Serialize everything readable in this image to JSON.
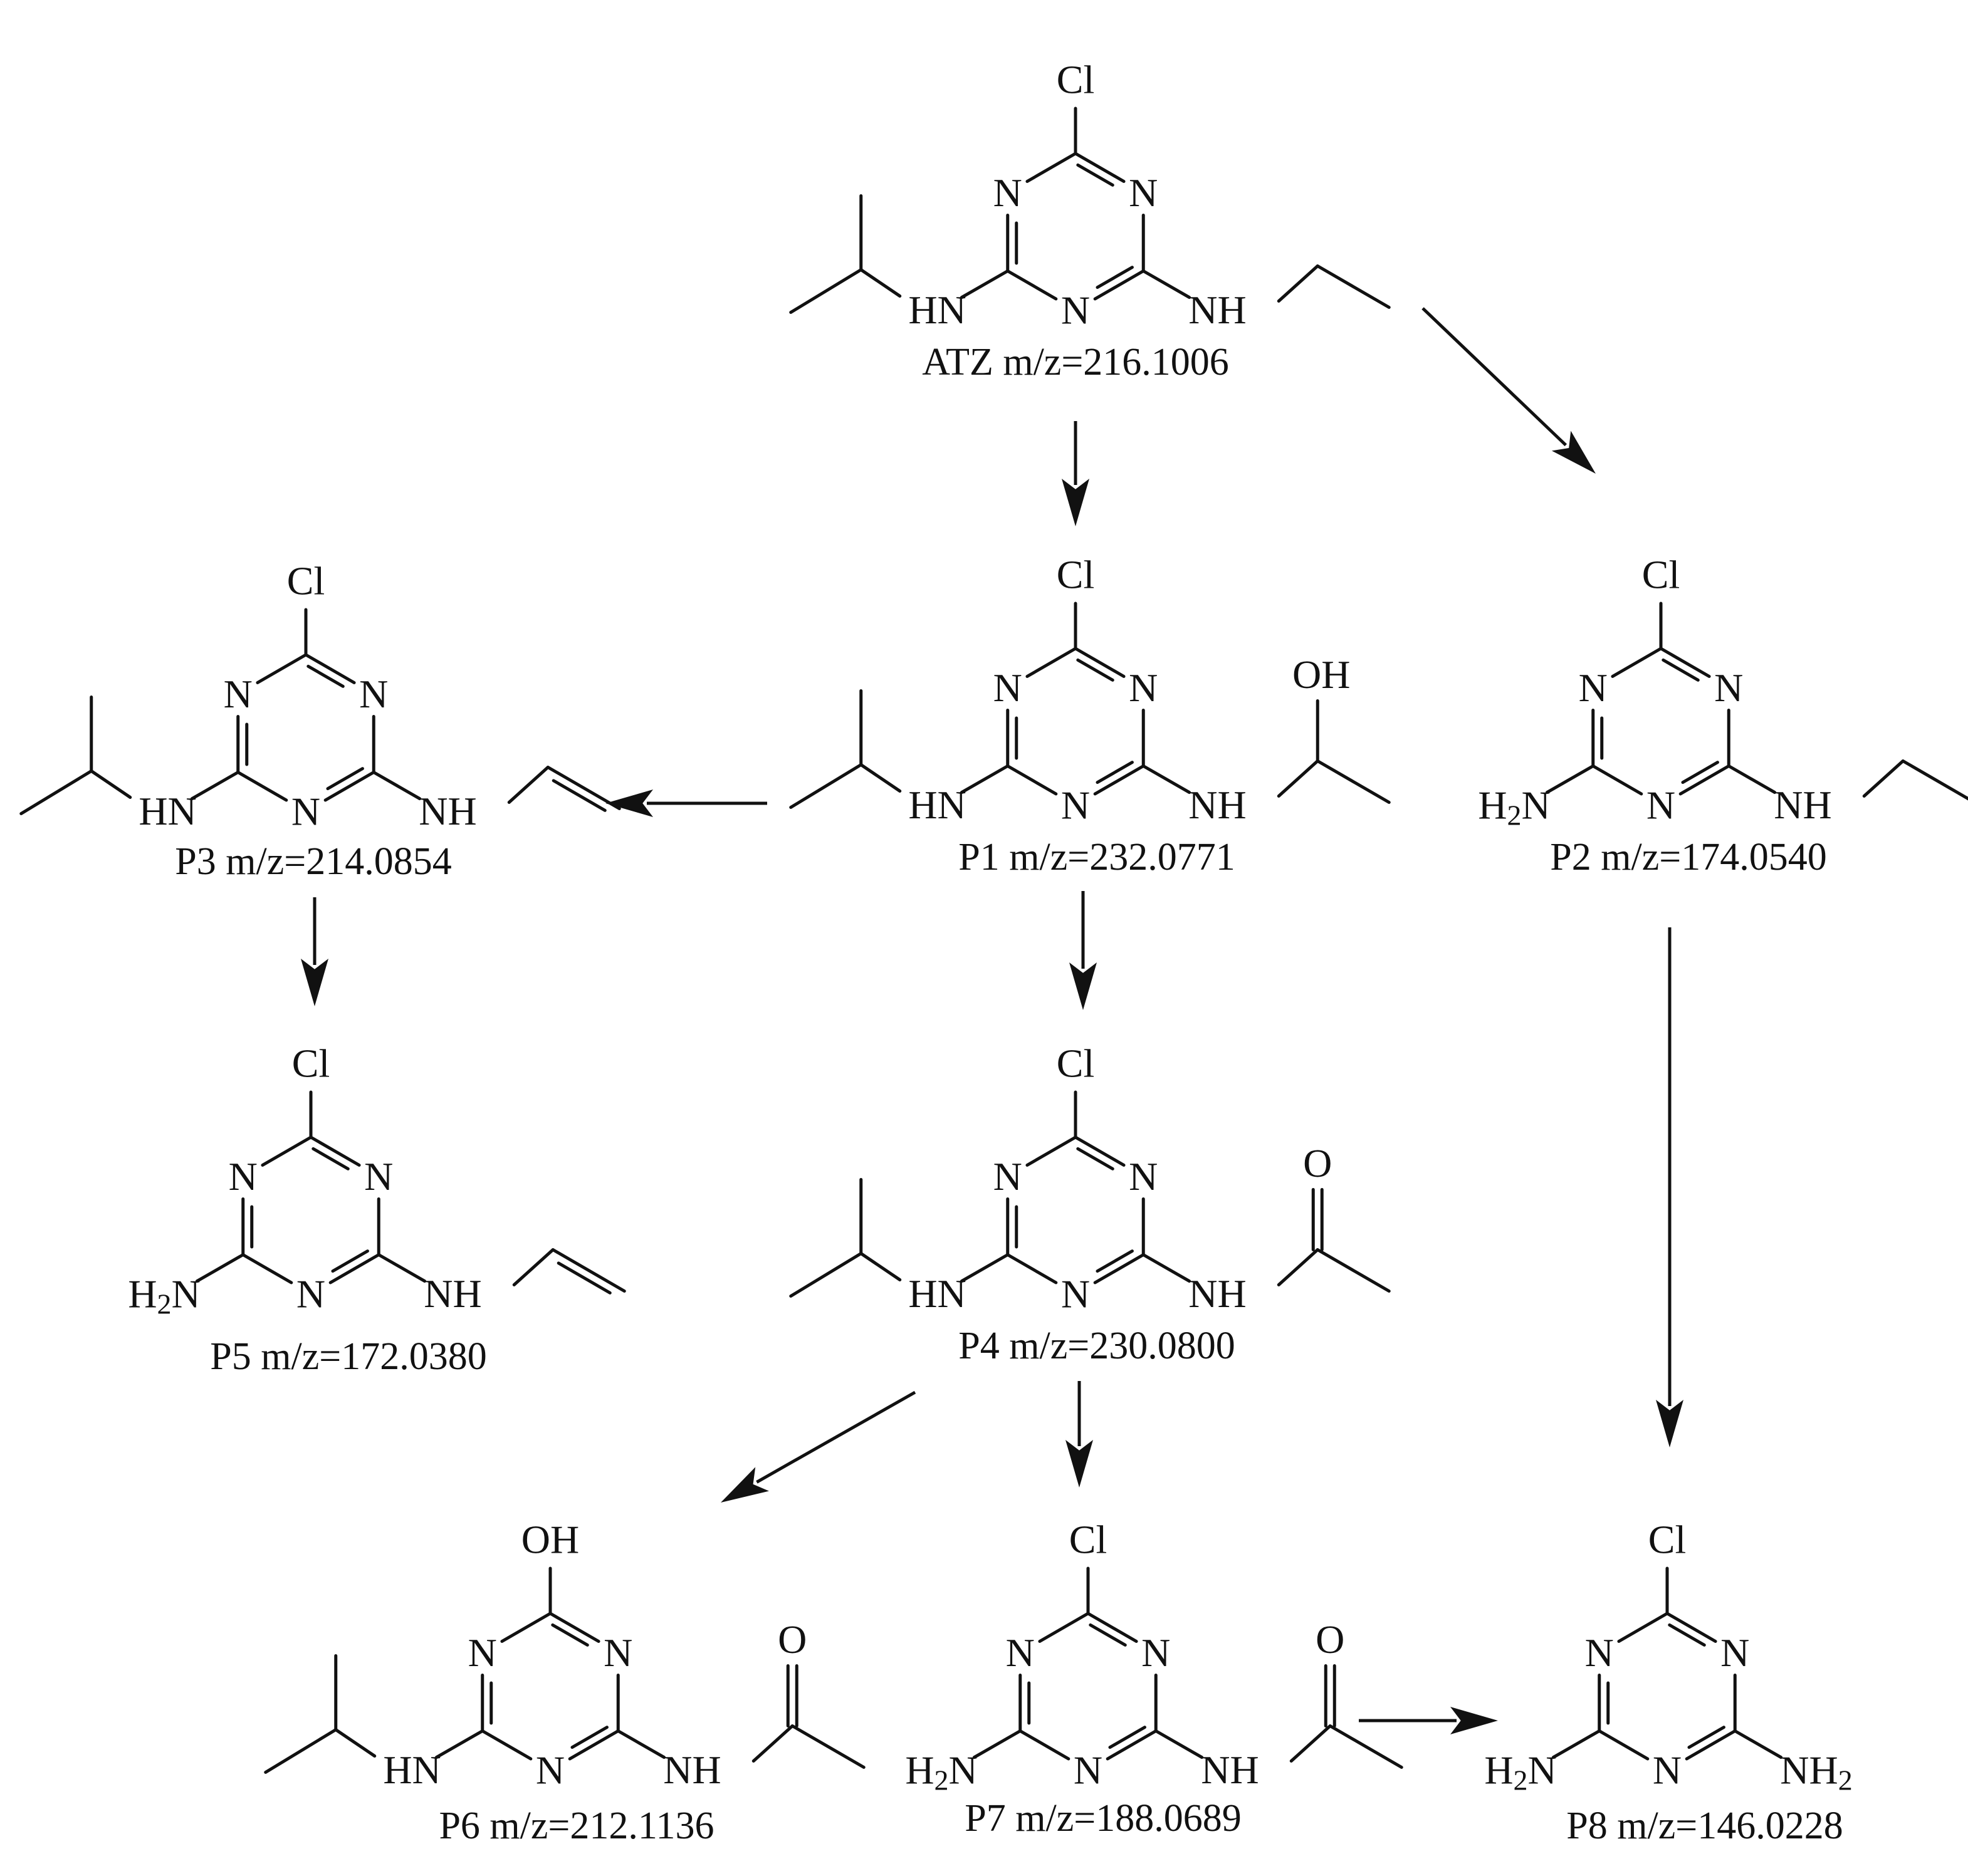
{
  "labels": {
    "N": "N",
    "Cl": "Cl",
    "OH": "OH",
    "O": "O",
    "HN": "HN",
    "NH": "NH",
    "H": "H",
    "sub2": "2"
  },
  "captions": {
    "atz": "ATZ m/z=216.1006",
    "p1": "P1 m/z=232.0771",
    "p2": "P2 m/z=174.0540",
    "p3": "P3 m/z=214.0854",
    "p4": "P4  m/z=230.0800",
    "p5": "P5 m/z=172.0380",
    "p6": "P6 m/z=212.1136",
    "p7": "P7 m/z=188.0689",
    "p8": "P8 m/z=146.0228"
  },
  "colors": {
    "ink": "#111111",
    "background": "#ffffff"
  }
}
